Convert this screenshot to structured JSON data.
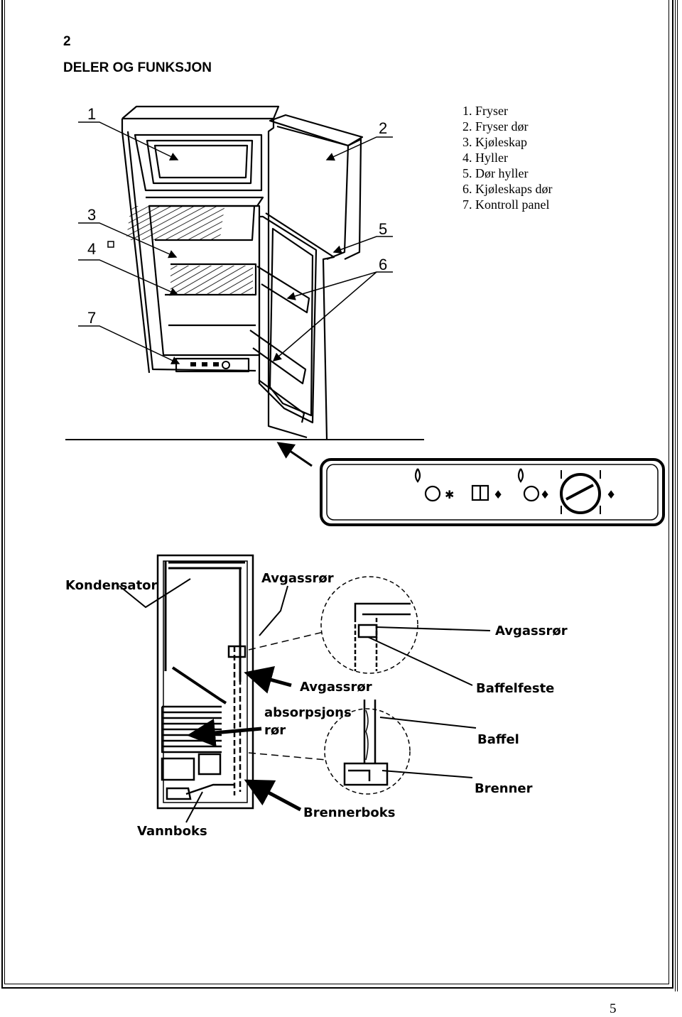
{
  "section_number": "2",
  "section_title": "DELER OG FUNKSJON",
  "parts_legend": [
    "1. Fryser",
    "2. Fryser dør",
    "3. Kjøleskap",
    "4. Hyller",
    "5. Dør hyller",
    "6. Kjøleskaps dør",
    "7. Kontroll panel"
  ],
  "fridge_callouts": {
    "c1": "1",
    "c2": "2",
    "c3": "3",
    "c4": "4",
    "c5": "5",
    "c6": "6",
    "c7": "7"
  },
  "rear_labels": {
    "kondensator": "Kondensator",
    "avgassror_top": "Avgassrør",
    "avgassror_mid": "Avgassrør",
    "absorpsjons": "absorpsjons",
    "ror": "rør",
    "vannboks": "Vannboks",
    "brennerboks": "Brennerboks",
    "avgassror_right": "Avgassrør",
    "baffelfeste": "Baffelfeste",
    "baffel": "Baffel",
    "brenner": "Brenner"
  },
  "page_number": "5"
}
